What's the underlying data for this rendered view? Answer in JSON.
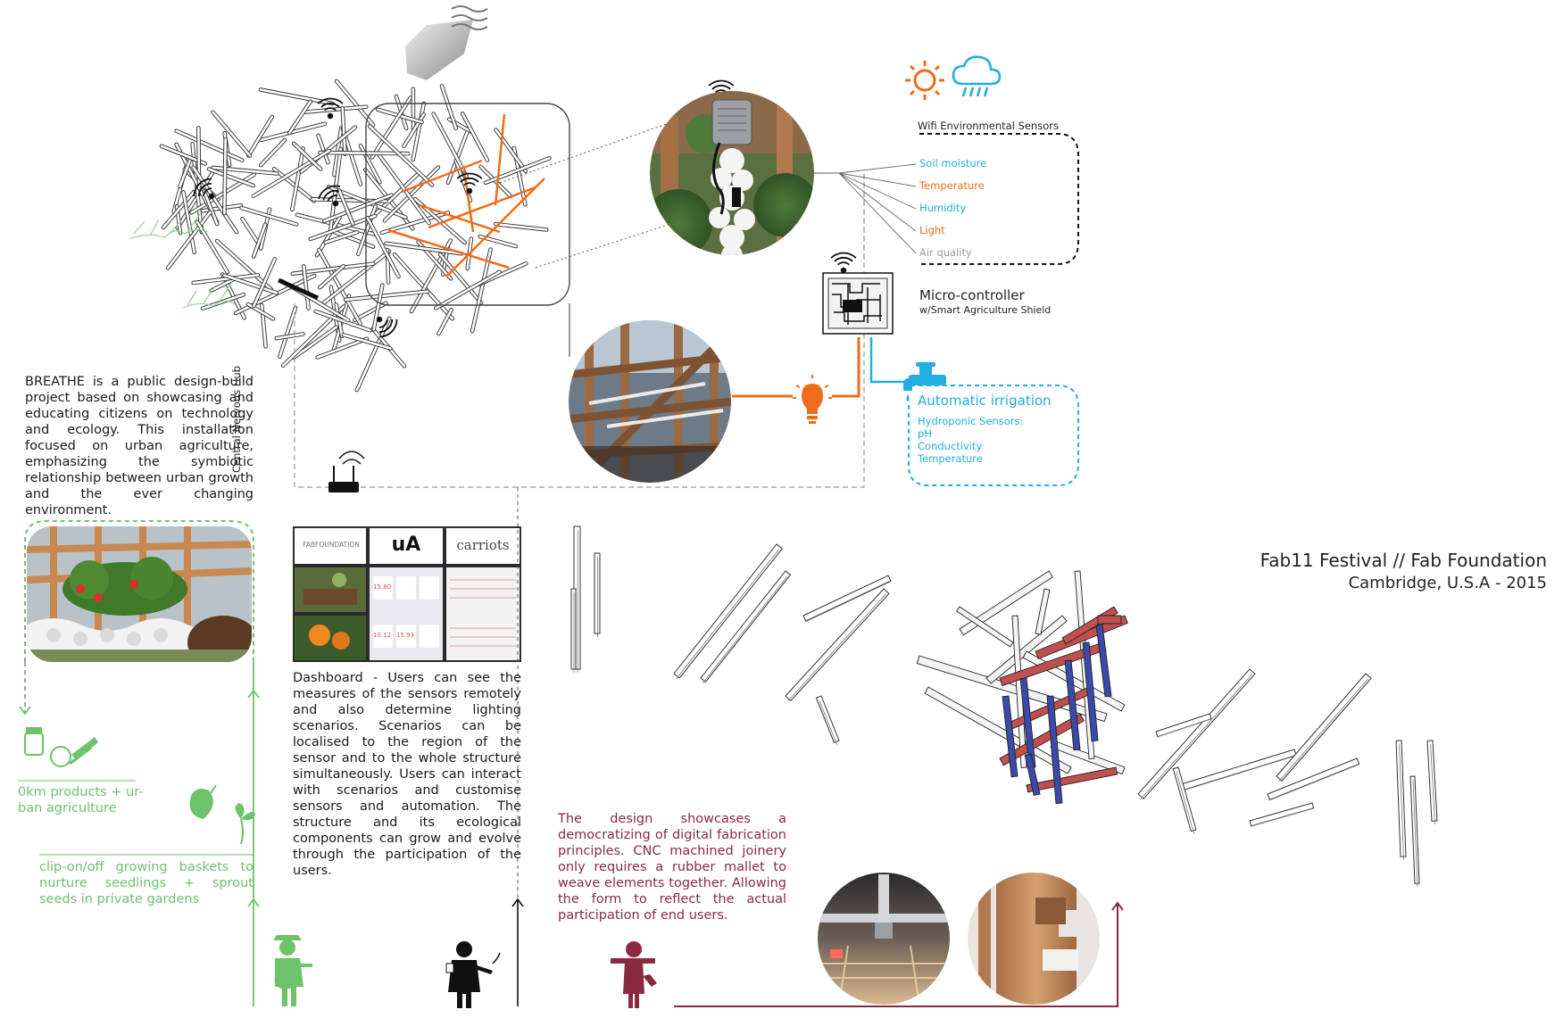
{
  "header": {
    "title": "Fab11 Festival // Fab Foundation",
    "subtitle": "Cambridge, U.S.A - 2015"
  },
  "intro_text": "BREATHE is a public design-build project based on showcasing and educating citizens on technology and ecology. This installation focused on urban agriculture, emphasizing the symbiotic relationship between urban growth and the ever changing environment.",
  "hub_label": "Central Nervous Hub",
  "sensors": {
    "title": "Wifi Environmental Sensors",
    "items": [
      {
        "label": "Soil moisture",
        "color": "#22aee0"
      },
      {
        "label": "Temperature",
        "color": "#ef6c1a"
      },
      {
        "label": "Humidity",
        "color": "#22aee0"
      },
      {
        "label": "Light",
        "color": "#ef6c1a"
      },
      {
        "label": "Air quality",
        "color": "#9a9a9a"
      }
    ]
  },
  "microcontroller": {
    "title": "Micro-controller",
    "subtitle": "w/Smart Agriculture Shield"
  },
  "irrigation": {
    "title": "Automatic irrigation",
    "lines": [
      "Hydroponic Sensors:",
      "pH",
      "Conductivity",
      "Temperature"
    ]
  },
  "dashboard": {
    "logos": [
      "FABFOUNDATION",
      "uA",
      "carriots"
    ],
    "text": "Dashboard - Users can see the measures of the sensors remotely and also determine lighting scenarios. Scenarios can be localised to the region of the sensor and to the whole structure simultaneously. Users can interact with scenarios and customise sensors and automation. The structure and its ecological components can grow and evolve through the participation of the users.",
    "readings": [
      "15.80",
      "10.12",
      "15.93"
    ]
  },
  "agriculture": {
    "products": "0km products + urban agriculture",
    "products_lines": [
      "0km products + ur-",
      "ban agriculture"
    ],
    "baskets": "clip-on/off growing baskets to nurture seedlings + sprout seeds in private gardens"
  },
  "design_text": "The design showcases a democratizing of digital fabrication principles. CNC machined joinery only requires a rubber mallet to weave elements together. Allowing the form to reflect the actual participation of end users.",
  "colors": {
    "orange": "#ef6c1a",
    "blue": "#22aee0",
    "green": "#6cc36c",
    "maroon": "#8a2a3f",
    "red_beam": "#c0504d",
    "blue_beam": "#3a4aa8"
  },
  "icons": [
    "wind-icon",
    "sun-icon",
    "rain-cloud-icon",
    "wifi-icon",
    "router-icon",
    "light-bulb-icon",
    "faucet-icon",
    "jar-icon",
    "fruit-icon",
    "seedling-icon",
    "farmer-icon",
    "person-laptop-icon",
    "worker-mallet-icon"
  ]
}
